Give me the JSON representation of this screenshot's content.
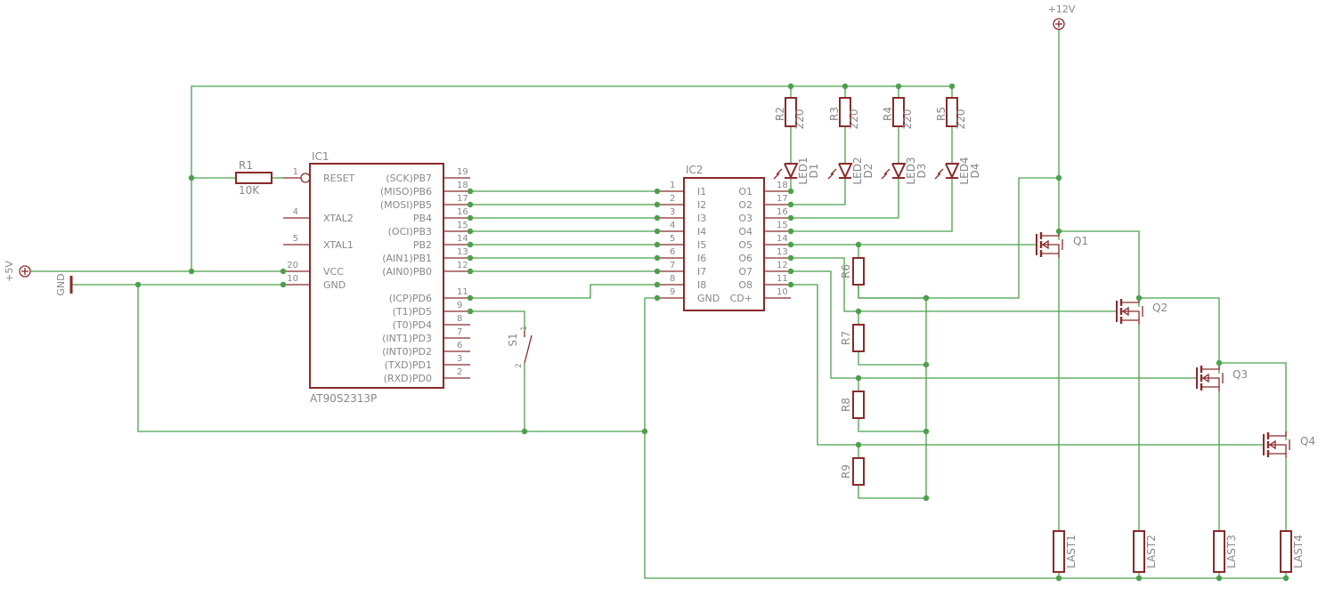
{
  "power": {
    "vcc5": "+5V",
    "gnd": "GND",
    "vcc12": "+12V"
  },
  "r1": {
    "name": "R1",
    "value": "10K"
  },
  "ic1": {
    "name": "IC1",
    "part": "AT90S2313P",
    "left_pins": [
      {
        "num": "1",
        "label": "RESET"
      },
      {
        "num": "4",
        "label": "XTAL2"
      },
      {
        "num": "5",
        "label": "XTAL1"
      },
      {
        "num": "20",
        "label": "VCC"
      },
      {
        "num": "10",
        "label": "GND"
      }
    ],
    "right_pins": [
      {
        "num": "19",
        "label": "(SCK)PB7"
      },
      {
        "num": "18",
        "label": "(MISO)PB6"
      },
      {
        "num": "17",
        "label": "(MOSI)PB5"
      },
      {
        "num": "16",
        "label": "PB4"
      },
      {
        "num": "15",
        "label": "(OCI)PB3"
      },
      {
        "num": "14",
        "label": "PB2"
      },
      {
        "num": "13",
        "label": "(AIN1)PB1"
      },
      {
        "num": "12",
        "label": "(AIN0)PB0"
      },
      {
        "num": "11",
        "label": "(ICP)PD6"
      },
      {
        "num": "9",
        "label": "(T1)PD5"
      },
      {
        "num": "8",
        "label": "(T0)PD4"
      },
      {
        "num": "7",
        "label": "(INT1)PD3"
      },
      {
        "num": "6",
        "label": "(INT0)PD2"
      },
      {
        "num": "3",
        "label": "(TXD)PD1"
      },
      {
        "num": "2",
        "label": "(RXD)PD0"
      }
    ]
  },
  "ic2": {
    "name": "IC2",
    "left_pins": [
      {
        "num": "1",
        "label": "I1"
      },
      {
        "num": "2",
        "label": "I2"
      },
      {
        "num": "3",
        "label": "I3"
      },
      {
        "num": "4",
        "label": "I4"
      },
      {
        "num": "5",
        "label": "I5"
      },
      {
        "num": "6",
        "label": "I6"
      },
      {
        "num": "7",
        "label": "I7"
      },
      {
        "num": "8",
        "label": "I8"
      },
      {
        "num": "9",
        "label": "GND"
      }
    ],
    "right_pins": [
      {
        "num": "18",
        "label": "O1"
      },
      {
        "num": "17",
        "label": "O2"
      },
      {
        "num": "16",
        "label": "O3"
      },
      {
        "num": "15",
        "label": "O4"
      },
      {
        "num": "14",
        "label": "O5"
      },
      {
        "num": "13",
        "label": "O6"
      },
      {
        "num": "12",
        "label": "O7"
      },
      {
        "num": "11",
        "label": "O8"
      },
      {
        "num": "10",
        "label": "CD+"
      }
    ]
  },
  "led_resistors": [
    {
      "name": "R2",
      "value": "220"
    },
    {
      "name": "R3",
      "value": "220"
    },
    {
      "name": "R4",
      "value": "220"
    },
    {
      "name": "R5",
      "value": "220"
    }
  ],
  "leds": [
    {
      "name": "LED1",
      "ref": "D1"
    },
    {
      "name": "LED2",
      "ref": "D2"
    },
    {
      "name": "LED3",
      "ref": "D3"
    },
    {
      "name": "LED4",
      "ref": "D4"
    }
  ],
  "gate_resistors": [
    "R6",
    "R7",
    "R8",
    "R9"
  ],
  "switch": {
    "name": "S1",
    "pin1": "1",
    "pin2": "2"
  },
  "transistors": [
    "Q1",
    "Q2",
    "Q3",
    "Q4"
  ],
  "loads": [
    "LAST1",
    "LAST2",
    "LAST3",
    "LAST4"
  ]
}
